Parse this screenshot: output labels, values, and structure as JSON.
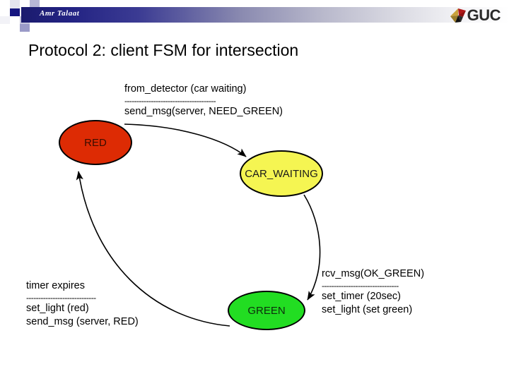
{
  "header": {
    "author": "Amr Talaat",
    "logo_text": "GUC",
    "logo_mark": "guc-emblem-icon",
    "banner_gradient_from": "#1b1b6e",
    "banner_gradient_to": "#ffffff"
  },
  "slide": {
    "title": "Protocol 2: client FSM for intersection"
  },
  "diagram": {
    "type": "finite-state-machine",
    "states": [
      {
        "id": "red",
        "label": "RED",
        "fill": "#dd2b04"
      },
      {
        "id": "car_waiting",
        "label": "CAR_WAITING",
        "fill": "#f5f552"
      },
      {
        "id": "green",
        "label": "GREEN",
        "fill": "#22dd22"
      }
    ],
    "transitions": [
      {
        "id": "red_to_car_waiting",
        "from": "RED",
        "to": "CAR_WAITING",
        "trigger": "from_detector (car waiting)",
        "separator": "--------------------------------------",
        "actions": [
          "send_msg(server, NEED_GREEN)"
        ]
      },
      {
        "id": "car_waiting_to_green",
        "from": "CAR_WAITING",
        "to": "GREEN",
        "trigger": "rcv_msg(OK_GREEN)",
        "separator": "--------------------------------",
        "actions": [
          "set_timer (20sec)",
          "set_light (set green)"
        ]
      },
      {
        "id": "green_to_red",
        "from": "GREEN",
        "to": "RED",
        "trigger": "timer expires",
        "separator": "-----------------------------",
        "actions": [
          "set_light (red)",
          "send_msg (server, RED)"
        ]
      }
    ]
  }
}
